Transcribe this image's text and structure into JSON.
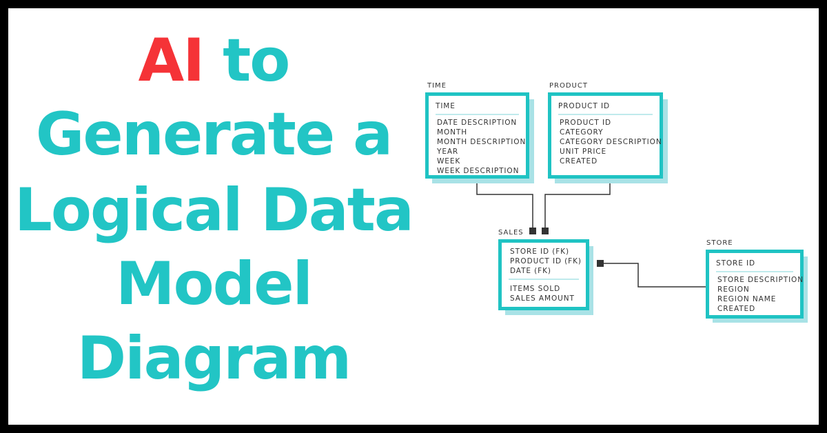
{
  "title": {
    "accent": "AI",
    "line1_rest": " to",
    "line2": "Generate a",
    "line3": "Logical Data",
    "line4": "Model",
    "line5": "Diagram"
  },
  "colors": {
    "accent": "#f53337",
    "teal": "#22c5c5"
  },
  "diagram": {
    "time": {
      "label": "TIME",
      "key": "TIME",
      "fields": [
        "DATE DESCRIPTION",
        "MONTH",
        "MONTH DESCRIPTION",
        "YEAR",
        "WEEK",
        "WEEK DESCRIPTION"
      ]
    },
    "product": {
      "label": "PRODUCT",
      "key": "PRODUCT ID",
      "fields": [
        "PRODUCT ID",
        "CATEGORY",
        "CATEGORY DESCRIPTION",
        "UNIT PRICE",
        "CREATED"
      ]
    },
    "sales": {
      "label": "SALES",
      "keys": [
        "STORE ID (FK)",
        "PRODUCT ID (FK)",
        "DATE (FK)"
      ],
      "fields": [
        "ITEMS SOLD",
        "SALES AMOUNT"
      ]
    },
    "store": {
      "label": "STORE",
      "key": "STORE ID",
      "fields": [
        "STORE DESCRIPTION",
        "REGION",
        "REGION NAME",
        "CREATED"
      ]
    }
  }
}
